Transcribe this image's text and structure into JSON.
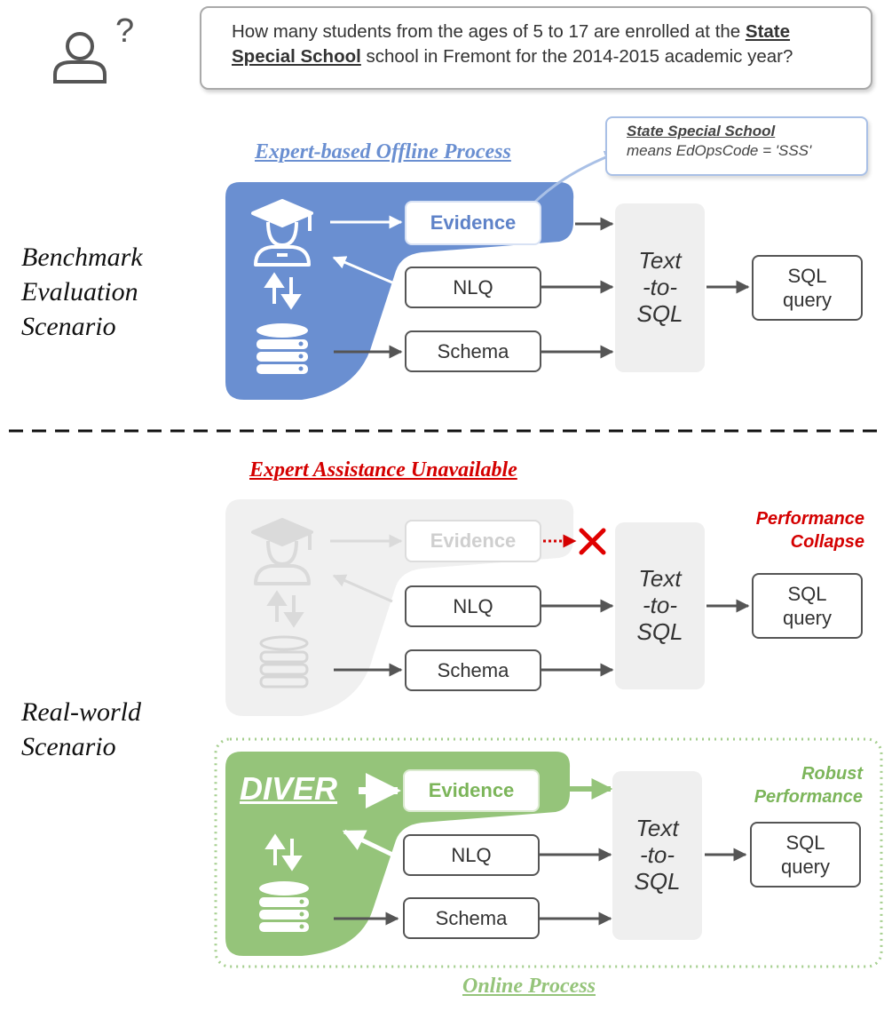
{
  "question": {
    "pre": "How many students from the ages of 5 to 17 are enrolled at the ",
    "entity_line1": "State",
    "entity_line2": "Special School",
    "post": " school in Fremont for the 2014-2015 academic year?"
  },
  "top": {
    "heading": "Expert-based Offline Process",
    "scenario_line1": "Benchmark",
    "scenario_line2": "Evaluation",
    "scenario_line3": "Scenario",
    "evidence_label": "Evidence",
    "nlq_label": "NLQ",
    "schema_label": "Schema",
    "t2s_line1": "Text",
    "t2s_line2": "-to-",
    "t2s_line3": "SQL",
    "sql_line1": "SQL",
    "sql_line2": "query"
  },
  "callout": {
    "title": "State Special School",
    "body": "means EdOpsCode = 'SSS'"
  },
  "middle": {
    "heading": "Expert Assistance Unavailable",
    "evidence_label": "Evidence",
    "nlq_label": "NLQ",
    "schema_label": "Schema",
    "t2s_line1": "Text",
    "t2s_line2": "-to-",
    "t2s_line3": "SQL",
    "sql_line1": "SQL",
    "sql_line2": "query",
    "note_line1": "Performance",
    "note_line2": "Collapse"
  },
  "realworld": {
    "scenario_line1": "Real-world",
    "scenario_line2": "Scenario"
  },
  "bottom": {
    "heading": "Online Process",
    "diver_label": "DIVER",
    "evidence_label": "Evidence",
    "nlq_label": "NLQ",
    "schema_label": "Schema",
    "t2s_line1": "Text",
    "t2s_line2": "-to-",
    "t2s_line3": "SQL",
    "sql_line1": "SQL",
    "sql_line2": "query",
    "note_line1": "Robust",
    "note_line2": "Performance"
  },
  "colors": {
    "blue": "#6a8fd1",
    "green": "#95c47a",
    "red": "#d40000",
    "gray_faded": "#f0f0f0"
  }
}
